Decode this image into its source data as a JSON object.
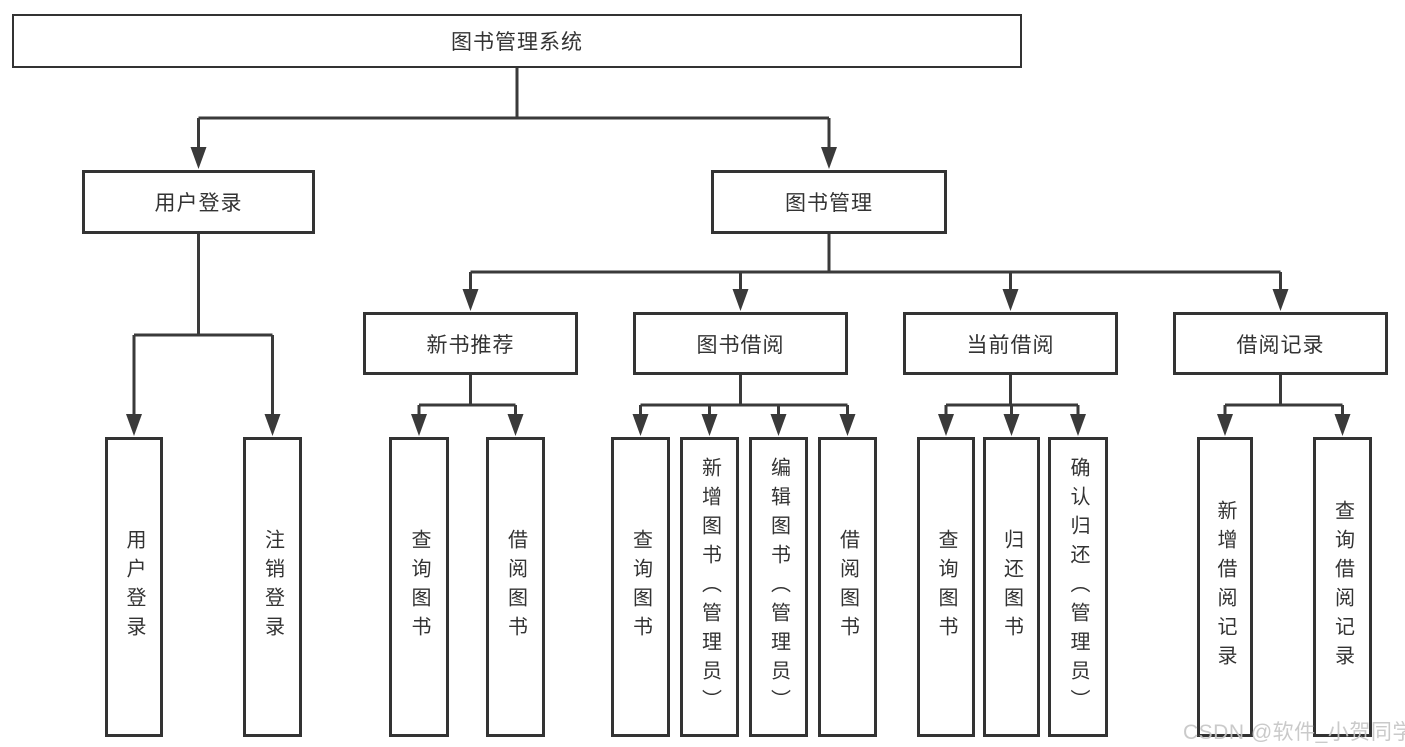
{
  "colors": {
    "line": "#3a3a3a",
    "arrow_fill": "#3a3a3a",
    "box_border": "#333333",
    "text": "#333333",
    "background": "#ffffff",
    "watermark": "#c6c6c6"
  },
  "tree": {
    "label": "图书管理系统",
    "children": [
      {
        "label": "用户登录",
        "children": [
          {
            "label": "用户登录"
          },
          {
            "label": "注销登录"
          }
        ]
      },
      {
        "label": "图书管理",
        "children": [
          {
            "label": "新书推荐",
            "children": [
              {
                "label": "查询图书"
              },
              {
                "label": "借阅图书"
              }
            ]
          },
          {
            "label": "图书借阅",
            "children": [
              {
                "label": "查询图书"
              },
              {
                "label": "新增图书（管理员）"
              },
              {
                "label": "编辑图书（管理员）"
              },
              {
                "label": "借阅图书"
              }
            ]
          },
          {
            "label": "当前借阅",
            "children": [
              {
                "label": "查询图书"
              },
              {
                "label": "归还图书"
              },
              {
                "label": "确认归还（管理员）"
              }
            ]
          },
          {
            "label": "借阅记录",
            "children": [
              {
                "label": "新增借阅记录"
              },
              {
                "label": "查询借阅记录"
              }
            ]
          }
        ]
      }
    ]
  },
  "watermark": {
    "text": "CSDN @软件_小贺同学"
  }
}
